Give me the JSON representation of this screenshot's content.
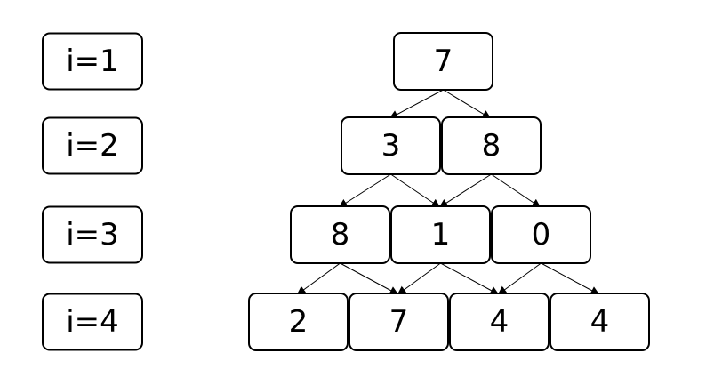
{
  "row_labels": [
    "i=1",
    "i=2",
    "i=3",
    "i=4"
  ],
  "rows": [
    [
      "7"
    ],
    [
      "3",
      "8"
    ],
    [
      "8",
      "1",
      "0"
    ],
    [
      "2",
      "7",
      "4",
      "4"
    ]
  ],
  "colors": {
    "box_stroke": "#000000",
    "box_fill": "#ffffff",
    "text": "#000000",
    "arrow": "#000000"
  }
}
